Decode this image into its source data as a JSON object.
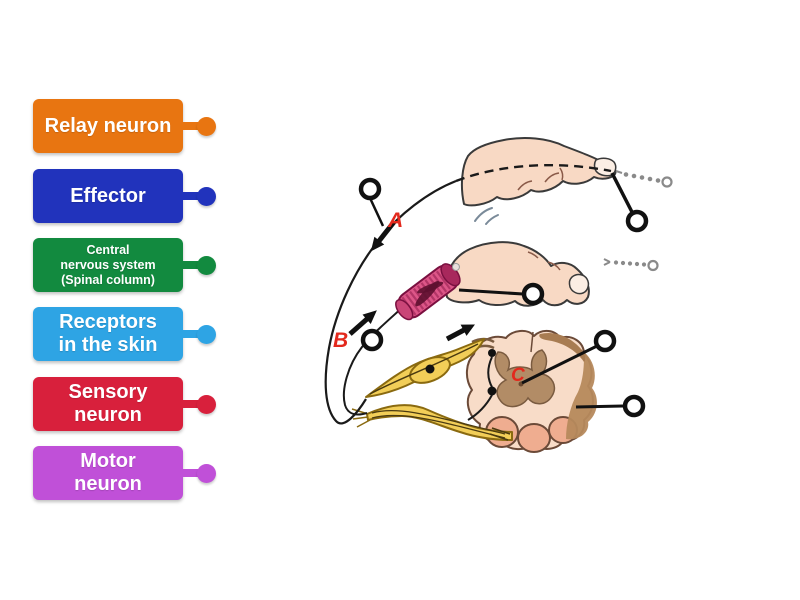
{
  "activity": {
    "type_label": "Labelled diagram",
    "background": "#ffffff"
  },
  "labels": [
    {
      "id": "relay-neuron",
      "text": "Relay neuron",
      "color": "#E87511"
    },
    {
      "id": "effector",
      "text": "Effector",
      "color": "#2133BC"
    },
    {
      "id": "central-nervous-system",
      "text": "Central\nnervous system\n(Spinal column)",
      "color": "#128A3F"
    },
    {
      "id": "receptors-in-the-skin",
      "text": "Receptors\nin the skin",
      "color": "#2EA4E4"
    },
    {
      "id": "sensory-neuron",
      "text": "Sensory\nneuron",
      "color": "#D8203C"
    },
    {
      "id": "motor-neuron",
      "text": "Motor\nneuron",
      "color": "#C050D8"
    }
  ],
  "diagram": {
    "letter_a": "A",
    "letter_b": "B",
    "letter_c": "C",
    "letter_color": "#E3291D",
    "marker": {
      "fill": "#ffffff",
      "stroke": "#111111"
    },
    "marker_count": 6
  }
}
